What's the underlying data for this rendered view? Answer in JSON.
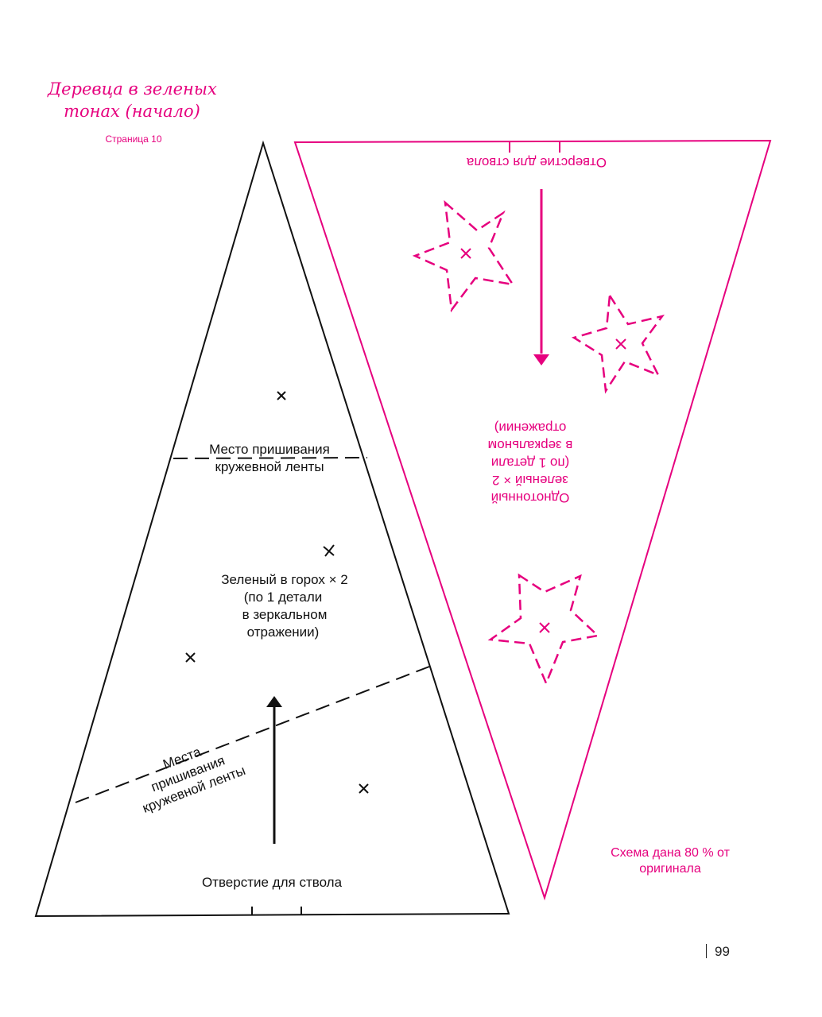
{
  "header": {
    "title_line1": "Деревца в зеленых",
    "title_line2": "тонах (начало)",
    "subtitle": "Страница 10"
  },
  "left_piece": {
    "label_top_line1": "Место пришивания",
    "label_top_line2": "кружевной ленты",
    "label_main_line1": "Зеленый в горох × 2",
    "label_main_line2": "(по 1 детали",
    "label_main_line3": "в зеркальном",
    "label_main_line4": "отражении)",
    "label_diag_line1": "Места",
    "label_diag_line2": "пришивания",
    "label_diag_line3": "кружевной ленты",
    "label_bottom": "Отверстие для ствола"
  },
  "right_piece": {
    "label_top": "Отверстие для ствола",
    "label_main_line1": "Однотонный",
    "label_main_line2": "зеленый × 2",
    "label_main_line3": "(по 1 детали",
    "label_main_line4": "в зеркальном",
    "label_main_line5": "отражении)"
  },
  "note_line1": "Схема дана 80 % от",
  "note_line2": "оригинала",
  "page_number": "99",
  "colors": {
    "accent": "#e6007e",
    "ink": "#111111"
  }
}
